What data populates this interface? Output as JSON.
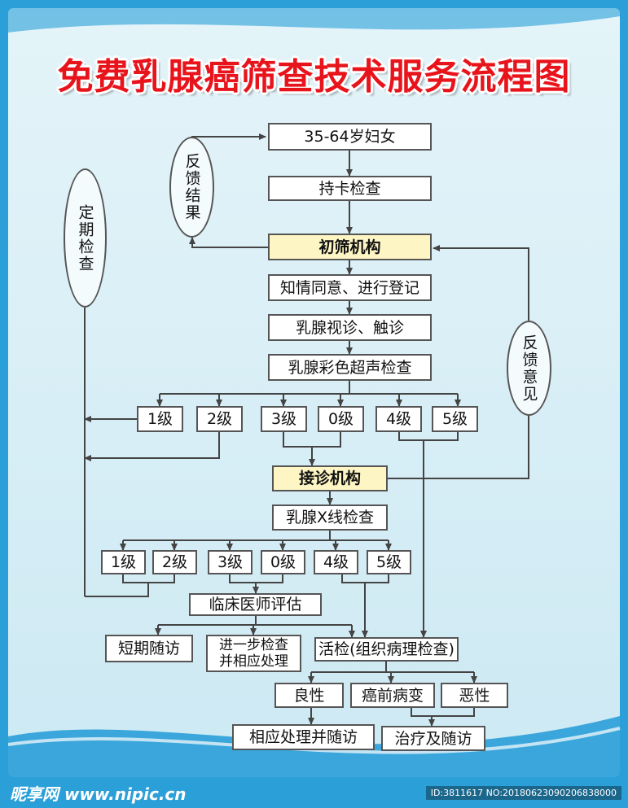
{
  "title": "免费乳腺癌筛查技术服务流程图",
  "nodes": {
    "women": "35-64岁妇女",
    "card": "持卡检查",
    "primary": "初筛机构",
    "consent": "知情同意、进行登记",
    "palpation": "乳腺视诊、触诊",
    "ultrasound": "乳腺彩色超声检查",
    "us_grades": [
      "1级",
      "2级",
      "3级",
      "0级",
      "4级",
      "5级"
    ],
    "referral": "接诊机构",
    "xray": "乳腺X线检查",
    "xray_grades": [
      "1级",
      "2级",
      "3级",
      "0级",
      "4级",
      "5级"
    ],
    "clinical": "临床医师评估",
    "short_followup": "短期随访",
    "further_1": "进一步检查",
    "further_2": "并相应处理",
    "biopsy": "活检(组织病理检查)",
    "benign": "良性",
    "precancer": "癌前病变",
    "malignant": "恶性",
    "handle_followup": "相应处理并随访",
    "treat_followup": "治疗及随访"
  },
  "ovals": {
    "regular_check": "定期检查",
    "feedback_result": "反馈结果",
    "feedback_opinion": "反馈意见"
  },
  "footer": {
    "brand": "昵享网 www.nipic.cn",
    "id": "ID:3811617 NO:20180623090206838000"
  },
  "colors": {
    "title": "#e8141c",
    "highlight_box": "#fdf5c4",
    "panel": "#d6eef6",
    "frame": "#2a9fd8"
  }
}
